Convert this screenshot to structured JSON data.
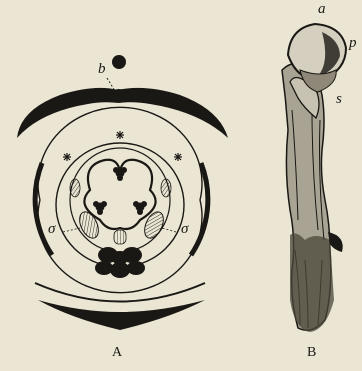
{
  "figure_a": {
    "caption": "A",
    "labels": {
      "b": "b",
      "sigma_left": "σ",
      "sigma_right": "σ"
    }
  },
  "figure_b": {
    "caption": "B",
    "labels": {
      "a": "a",
      "p": "p",
      "s": "s"
    }
  },
  "colors": {
    "paper": "#ebe6d4",
    "ink": "#1a1814"
  }
}
